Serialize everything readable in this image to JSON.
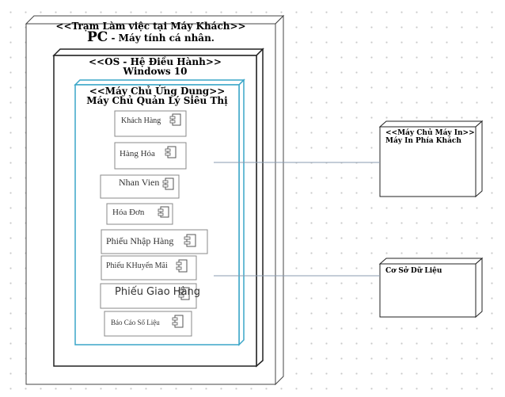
{
  "client_node": {
    "stereotype": "<<Trạm Làm việc tại Máy Khách>>",
    "name_bold": "PC",
    "name_rest": " - Máy tính cá nhân."
  },
  "os_node": {
    "stereotype": "<<OS - Hệ Điều Hành>>",
    "name": "Windows 10"
  },
  "app_server_node": {
    "stereotype": "<<Máy Chủ Ứng Dụng>>",
    "name": "Máy Chủ Quản Lý Siêu Thị"
  },
  "components": [
    {
      "label": "Khách Hàng"
    },
    {
      "label": "Hàng Hóa"
    },
    {
      "label": "Nhan Vien"
    },
    {
      "label": "Hóa Đơn"
    },
    {
      "label": "Phiếu Nhập Hàng"
    },
    {
      "label": "Phiếu KHuyến Mãi"
    },
    {
      "label": "Phiếu Giao Hàng"
    },
    {
      "label": "Báo Cáo Số Liệu"
    }
  ],
  "printer_node": {
    "stereotype": "<<Máy Chủ Máy In>>",
    "name": "Máy In Phía Khách"
  },
  "database_node": {
    "name": "Cơ Sở Dữ Liệu"
  },
  "colors": {
    "app_server_border": "#3aa6c8",
    "node_border": "#222222",
    "component_border": "#888888",
    "connector": "#8a9bb0"
  }
}
